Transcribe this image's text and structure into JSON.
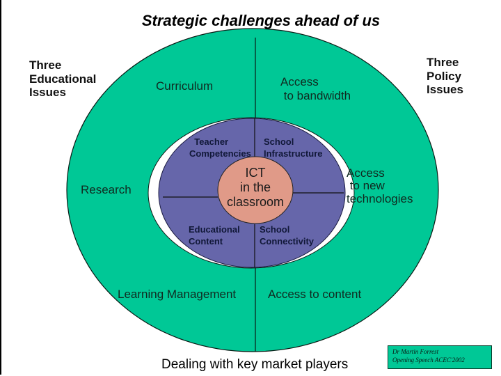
{
  "slide": {
    "title": "Strategic challenges ahead of us",
    "left_heading": "Three\nEducational\nIssues",
    "right_heading": "Three\nPolicy\nIssues"
  },
  "outer_ring": {
    "labels": {
      "curriculum": "Curriculum",
      "access_bandwidth": "Access\n to bandwidth",
      "research": "Research",
      "access_new_tech": "Access\n to new\ntechnologies",
      "learning_management": "Learning Management",
      "access_content": "Access to content"
    }
  },
  "inner_ring": {
    "labels": {
      "teacher_competencies": "  Teacher\nCompetencies",
      "school_infrastructure": "School\nInfrastructure",
      "educational_content": "Educational\nContent",
      "school_connectivity": "School\nConnectivity"
    }
  },
  "center": {
    "label": "ICT\nin the\nclassroom"
  },
  "bottom_label": "Dealing with key market players",
  "credit": {
    "line1": "Dr Martin Forrest",
    "line2": "Opening Speech ACEC'2002"
  },
  "colors": {
    "outer_ring": "#00C896",
    "inner_ring": "#6666AA",
    "center": "#E09A88",
    "separator": "#ffffff",
    "outline": "#0a1a14"
  }
}
